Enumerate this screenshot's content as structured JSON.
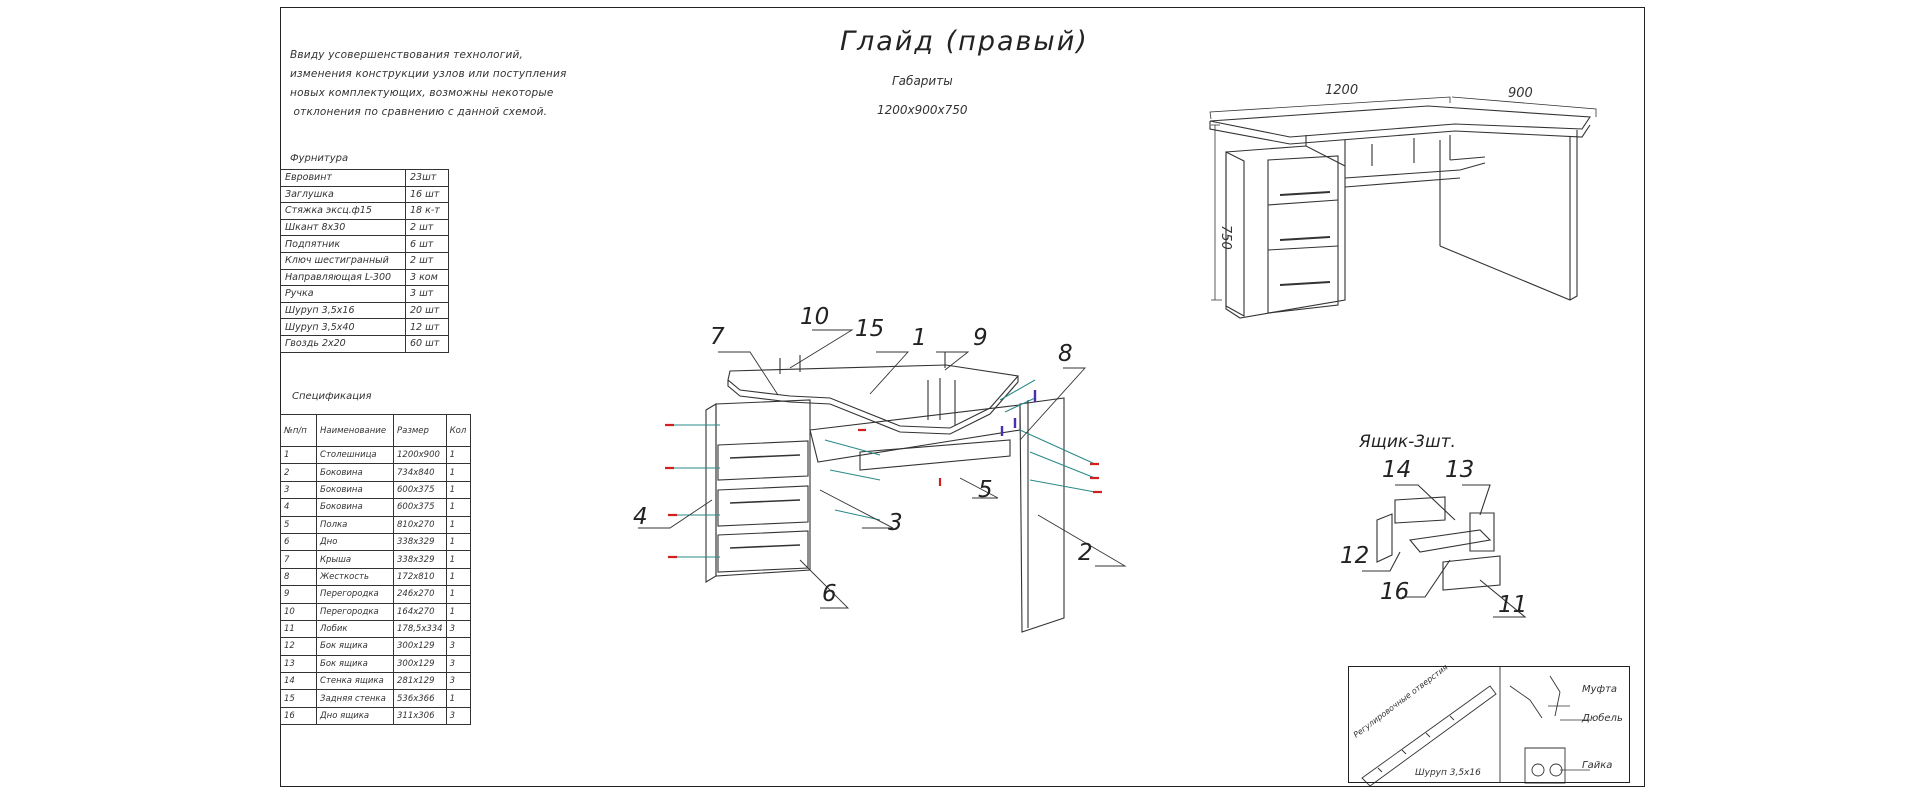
{
  "title": "Глайд (правый)",
  "subtitle": "Габариты",
  "dimensions_text": "1200х900х750",
  "disclaimer": "Ввиду усовершенствования технологий,\nизменения конструкции узлов или поступления\nновых комплектующих, возможны некоторые\n отклонения по сравнению с данной схемой.",
  "hardware": {
    "caption": "Фурнитура",
    "rows": [
      {
        "name": "Евровинт",
        "qty": "23шт"
      },
      {
        "name": "Заглушка",
        "qty": "16 шт"
      },
      {
        "name": "Стяжка эксц.ф15",
        "qty": "18 к-т"
      },
      {
        "name": "Шкант 8х30",
        "qty": "2 шт"
      },
      {
        "name": "Подпятник",
        "qty": "6 шт"
      },
      {
        "name": "Ключ шестигранный",
        "qty": "2 шт"
      },
      {
        "name": "Направляющая L-300",
        "qty": "3 ком"
      },
      {
        "name": "Ручка",
        "qty": "3 шт"
      },
      {
        "name": "Шуруп 3,5х16",
        "qty": "20 шт"
      },
      {
        "name": "Шуруп 3,5х40",
        "qty": "12 шт"
      },
      {
        "name": "Гвоздь 2х20",
        "qty": "60 шт"
      }
    ]
  },
  "specification": {
    "caption": "Спецификация",
    "headers": [
      "№п/п",
      "Наименование",
      "Размер",
      "Кол"
    ],
    "rows": [
      [
        "1",
        "Столешница",
        "1200х900",
        "1"
      ],
      [
        "2",
        "Боковина",
        "734х840",
        "1"
      ],
      [
        "3",
        "Боковина",
        "600х375",
        "1"
      ],
      [
        "4",
        "Боковина",
        "600х375",
        "1"
      ],
      [
        "5",
        "Полка",
        "810х270",
        "1"
      ],
      [
        "6",
        "Дно",
        "338х329",
        "1"
      ],
      [
        "7",
        "Крыша",
        "338х329",
        "1"
      ],
      [
        "8",
        "Жесткость",
        "172х810",
        "1"
      ],
      [
        "9",
        "Перегородка",
        "246х270",
        "1"
      ],
      [
        "10",
        "Перегородка",
        "164х270",
        "1"
      ],
      [
        "11",
        "Лобик",
        "178,5х334",
        "3"
      ],
      [
        "12",
        "Бок ящика",
        "300х129",
        "3"
      ],
      [
        "13",
        "Бок ящика",
        "300х129",
        "3"
      ],
      [
        "14",
        "Стенка ящика",
        "281х129",
        "3"
      ],
      [
        "15",
        "Задняя стенка",
        "536х366",
        "1"
      ],
      [
        "16",
        "Дно ящика",
        "311х306",
        "3"
      ]
    ]
  },
  "overall_dims": {
    "width": "1200",
    "depth": "900",
    "height": "750"
  },
  "part_labels": [
    "1",
    "2",
    "3",
    "4",
    "5",
    "6",
    "7",
    "8",
    "9",
    "10",
    "15"
  ],
  "drawer": {
    "title": "Ящик-3шт.",
    "labels": [
      "11",
      "12",
      "13",
      "14",
      "16"
    ]
  },
  "detail": {
    "left_labels": [
      "Регулировочные отверстия",
      "Шуруп 3,5х16"
    ],
    "right_labels": [
      "Муфта",
      "Дюбель",
      "Гайка"
    ]
  }
}
